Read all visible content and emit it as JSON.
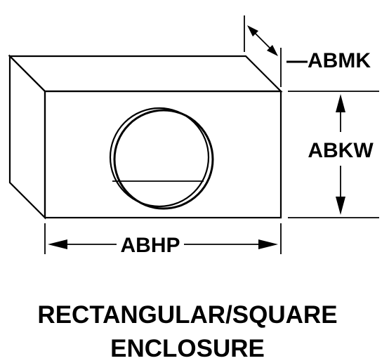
{
  "dimensions": {
    "depth_label": "—ABMK",
    "height_label": "ABKW",
    "width_label": "ABHP"
  },
  "caption": {
    "line1": "RECTANGULAR/SQUARE",
    "line2": "ENCLOSURE"
  },
  "colors": {
    "ink": "#000000",
    "background": "#ffffff"
  }
}
